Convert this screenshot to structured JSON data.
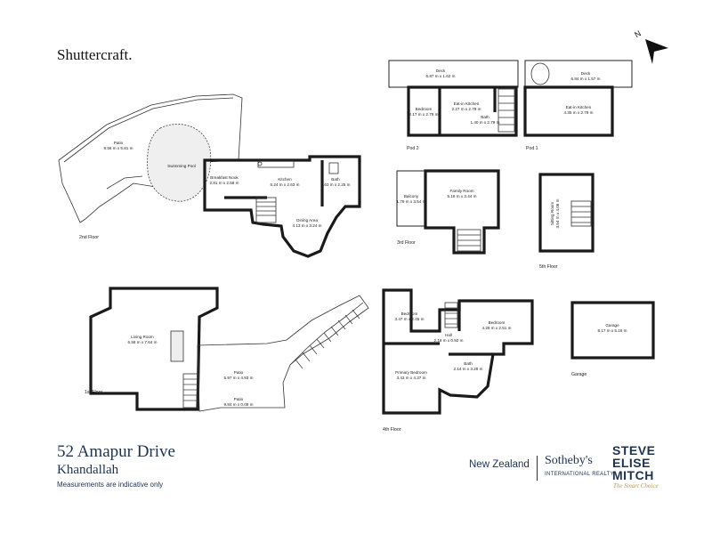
{
  "brand": "Shuttercraft.",
  "address": "52 Amapur Drive",
  "suburb": "Khandallah",
  "note": "Measurements are indicative only",
  "country": "New Zealand",
  "agency": "Sotheby's",
  "agency_sub": "INTERNATIONAL REALTY",
  "agent_lines": [
    "STEVE",
    "ELISE",
    "MITCH"
  ],
  "agent_tagline": "The Smart Choice",
  "compass_label": "N",
  "floors": {
    "f2": "2nd Floor",
    "f1": "1st Floor",
    "pod2": "Pod 2",
    "pod1": "Pod 1",
    "f3": "3rd Floor",
    "f5": "5th Floor",
    "f4": "4th Floor",
    "garage": "Garage"
  },
  "rooms": {
    "patio2": {
      "name": "Patio",
      "dim": "9.56 m x 5.81 m"
    },
    "pool": {
      "name": "Swimming Pool"
    },
    "breakfast": {
      "name": "Breakfast Nook",
      "dim": "2.81 m x 2.58 m"
    },
    "kitchen": {
      "name": "Kitchen",
      "dim": "5.24 m x 2.63 m"
    },
    "bath2": {
      "name": "Bath",
      "dim": "1.63 m x 2.25 m"
    },
    "dining": {
      "name": "Dining Area",
      "dim": "4.13 m x 3.24 m"
    },
    "deck_pod2": {
      "name": "Deck",
      "dim": "6.87 m x 1.62 m"
    },
    "deck_pod1": {
      "name": "Deck",
      "dim": "6.84 m x 1.57 m"
    },
    "bedroom_pod2": {
      "name": "Bedroom",
      "dim": "2.17 m x 2.79 m"
    },
    "eatin_pod2": {
      "name": "Eat-in Kitchen",
      "dim": "2.27 m x 2.79 m"
    },
    "bath_pod2": {
      "name": "Bath",
      "dim": "1.40 m x 2.79 m"
    },
    "eatin_pod1": {
      "name": "Eat-in Kitchen",
      "dim": "4.35 m x 2.79 m"
    },
    "balcony3": {
      "name": "Balcony",
      "dim": "1.79 m x 3.54 m"
    },
    "family3": {
      "name": "Family Room",
      "dim": "5.18 m x 3.44 m"
    },
    "sitting5": {
      "name": "Sitting Room",
      "dim": "3.54 m x 4.06 m"
    },
    "living1": {
      "name": "Living Room",
      "dim": "6.58 m x 7.64 m"
    },
    "patio1": {
      "name": "Patio",
      "dim": "5.97 m x 4.93 m"
    },
    "patio1b": {
      "name": "Patio",
      "dim": "9.84 m x 0.09 m"
    },
    "bedroom4a": {
      "name": "Bedroom",
      "dim": "3.47 m x 2.45 m"
    },
    "hall4": {
      "name": "Hall",
      "dim": "2.18 m x 0.92 m"
    },
    "bedroom4b": {
      "name": "Bedroom",
      "dim": "4.29 m x 2.51 m"
    },
    "primary4": {
      "name": "Primary Bedroom",
      "dim": "3.43 m x 4.37 m"
    },
    "bath4": {
      "name": "Bath",
      "dim": "2.14 m x 3.28 m"
    },
    "garage": {
      "name": "Garage",
      "dim": "8.17 m x 5.16 m"
    }
  }
}
